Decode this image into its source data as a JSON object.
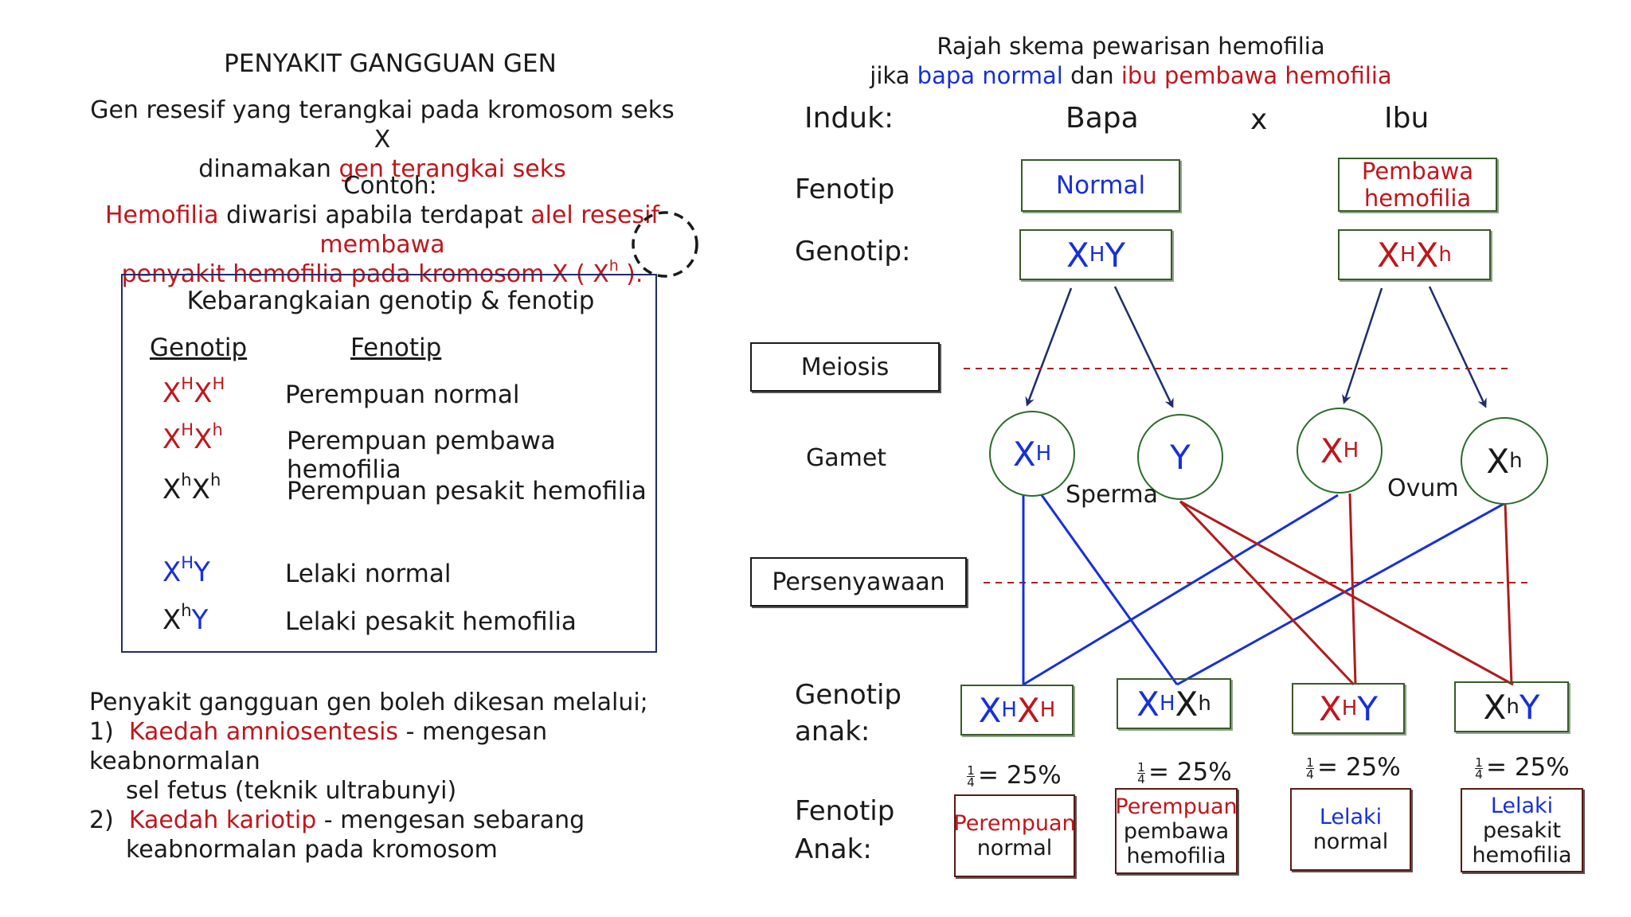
{
  "left": {
    "title": "PENYAKIT GANGGUAN GEN",
    "intro_line1": "Gen resesif yang terangkai pada kromosom seks X",
    "intro_line2_prefix": "dinamakan ",
    "intro_line2_highlight": "gen terangkai seks",
    "example_label": "Contoh:",
    "example_line1_red1": "Hemofilia",
    "example_line1_black": " diwarisi apabila terdapat ",
    "example_line1_red2": "alel resesif membawa",
    "example_line2_red": "penyakit hemofilia pada kromosom X ( ",
    "example_line2_allele_base": "X",
    "example_line2_allele_sup": "h",
    "example_line2_end": " ).",
    "key": {
      "title": "Kebarangkaian genotip & fenotip",
      "col_genotype": "Genotip",
      "col_phenotype": "Fenotip",
      "rows": [
        {
          "g1": "X",
          "s1": "H",
          "g2": "X",
          "s2": "H",
          "phenotype": "Perempuan normal",
          "color": "#c0161c"
        },
        {
          "g1": "X",
          "s1": "H",
          "g2": "X",
          "s2": "h",
          "phenotype": "Perempuan pembawa hemofilia",
          "color": "#c0161c"
        },
        {
          "g1": "X",
          "s1": "h",
          "g2": "X",
          "s2": "h",
          "phenotype": "Perempuan pesakit hemofilia",
          "color": "#1a1a1a"
        },
        {
          "g1": "X",
          "s1": "H",
          "g2": "Y",
          "s2": "",
          "phenotype": "Lelaki normal",
          "color": "#1730d8"
        },
        {
          "g1": "X",
          "s1": "h",
          "g2": "Y",
          "s2": "",
          "phenotype": "Lelaki pesakit hemofilia",
          "color": "#1a1a1a"
        }
      ]
    },
    "detection_intro": "Penyakit gangguan gen boleh dikesan melalui;",
    "method1_num": "1)",
    "method1_name": "Kaedah amniosentesis",
    "method1_desc": " - mengesan keabnormalan",
    "method1_desc2": "sel fetus (teknik ultrabunyi)",
    "method2_num": "2)",
    "method2_name": "Kaedah kariotip",
    "method2_desc": " - mengesan sebarang",
    "method2_desc2": "keabnormalan pada kromosom"
  },
  "right": {
    "title_line1": "Rajah skema pewarisan hemofilia",
    "title_line2_prefix": "jika ",
    "title_line2_blue": "bapa normal",
    "title_line2_mid": " dan ",
    "title_line2_red": "ibu pembawa hemofilia",
    "induk_label": "Induk:",
    "bapa": "Bapa",
    "cross": "x",
    "ibu": "Ibu",
    "fenotip_label": "Fenotip",
    "father_phenotype": "Normal",
    "mother_phenotype_l1": "Pembawa",
    "mother_phenotype_l2": "hemofilia",
    "genotip_label": "Genotip:",
    "father_genotype": {
      "a": "X",
      "as": "H",
      "b": "Y",
      "bs": ""
    },
    "mother_genotype": {
      "a": "X",
      "as": "H",
      "b": "X",
      "bs": "h"
    },
    "meiosis": "Meiosis",
    "gamet_label": "Gamet",
    "gametes": [
      {
        "base": "X",
        "sup": "H",
        "color": "#1730d8"
      },
      {
        "base": "Y",
        "sup": "",
        "color": "#1730d8"
      },
      {
        "base": "X",
        "sup": "H",
        "color": "#c0161c"
      },
      {
        "base": "X",
        "sup": "h",
        "color": "#1a1a1a"
      }
    ],
    "sperma": "Sperma",
    "ovum": "Ovum",
    "persenyawaan": "Persenyawaan",
    "genotip_anak_l1": "Genotip",
    "genotip_anak_l2": "anak:",
    "fenotip_anak_l1": "Fenotip",
    "fenotip_anak_l2": "Anak:",
    "children": [
      {
        "g1": "X",
        "s1": "H",
        "c1": "#1730d8",
        "g2": "X",
        "s2": "H",
        "c2": "#c0161c",
        "ratio": "= 25%",
        "p1": "Perempuan",
        "p1color": "#c0161c",
        "p2": "normal",
        "p3": ""
      },
      {
        "g1": "X",
        "s1": "H",
        "c1": "#1730d8",
        "g2": "X",
        "s2": "h",
        "c2": "#1a1a1a",
        "ratio": "= 25%",
        "p1": "Perempuan",
        "p1color": "#c0161c",
        "p2": "pembawa",
        "p3": "hemofilia"
      },
      {
        "g1": "X",
        "s1": "H",
        "c1": "#c0161c",
        "g2": "Y",
        "s2": "",
        "c2": "#1730d8",
        "ratio": "= 25%",
        "p1": "Lelaki",
        "p1color": "#1730d8",
        "p2": "normal",
        "p3": ""
      },
      {
        "g1": "X",
        "s1": "h",
        "c1": "#1a1a1a",
        "g2": "Y",
        "s2": "",
        "c2": "#1730d8",
        "ratio": "= 25%",
        "p1": "Lelaki",
        "p1color": "#1730d8",
        "p2": "pesakit",
        "p3": "hemofilia"
      }
    ],
    "fraction_num": "1",
    "fraction_den": "4"
  },
  "colors": {
    "red": "#c0161c",
    "blue": "#1730d8",
    "navy": "#1f2d6b",
    "green": "#2b6b2b"
  }
}
